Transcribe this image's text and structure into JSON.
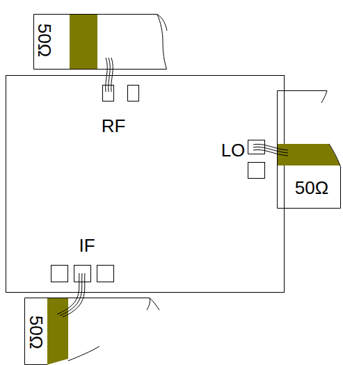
{
  "diagram": {
    "nodes": [
      {
        "text": [
          "50Ω"
        ]
      },
      {
        "text": [
          "50Ω"
        ]
      },
      {
        "text": [
          "50Ω"
        ]
      }
    ],
    "labels": [
      "RF",
      "LO",
      "IF"
    ]
  }
}
